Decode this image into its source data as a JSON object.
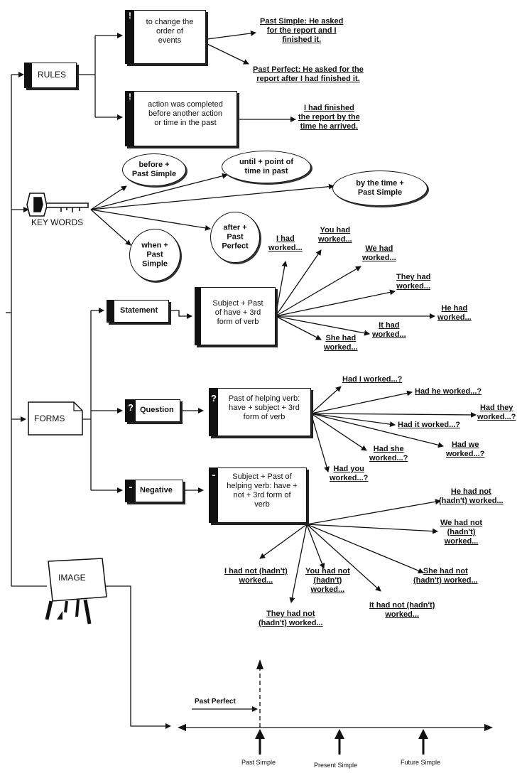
{
  "rules": {
    "label": "RULES",
    "rule1": {
      "mark": "!",
      "text": [
        "to change the",
        "order of",
        "events"
      ]
    },
    "rule2": {
      "mark": "!",
      "text": [
        "action was completed",
        "before another action",
        "or time in the past"
      ]
    },
    "ex_past_simple": [
      "Past Simple: He asked",
      "for the report and I",
      "finished it."
    ],
    "ex_past_perfect": [
      "Past Perfect: He asked for the",
      "report after I had finished it."
    ],
    "ex_finished": [
      "I had finished",
      "the report by the",
      "time he arrived."
    ]
  },
  "keywords": {
    "label": "KEY WORDS",
    "items": [
      [
        "before +",
        "Past Simple"
      ],
      [
        "until + point of",
        "time in past"
      ],
      [
        "by the time +",
        "Past Simple"
      ],
      [
        "after +",
        "Past",
        "Perfect"
      ],
      [
        "when +",
        "Past",
        "Simple"
      ]
    ]
  },
  "forms": {
    "label": "FORMS",
    "statement": {
      "label": "Statement",
      "formula": [
        "Subject + Past",
        "of have + 3rd",
        "form of verb"
      ],
      "examples": [
        [
          "I had",
          "worked..."
        ],
        [
          "You had",
          "worked..."
        ],
        [
          "We had",
          "worked..."
        ],
        [
          "They had",
          "worked..."
        ],
        [
          "He had",
          "worked..."
        ],
        [
          "It had",
          "worked..."
        ],
        [
          "She had",
          "worked..."
        ]
      ]
    },
    "question": {
      "label": "Question",
      "mark": "?",
      "formula": [
        "Past of helping verb:",
        "have + subject + 3rd",
        "form of verb"
      ],
      "examples": [
        [
          "Had I worked...?"
        ],
        [
          "Had he worked...?"
        ],
        [
          "Had they",
          "worked...?"
        ],
        [
          "Had it worked...?"
        ],
        [
          "Had we",
          "worked...?"
        ],
        [
          "Had she",
          "worked...?"
        ],
        [
          "Had you",
          "worked...?"
        ]
      ]
    },
    "negative": {
      "label": "Negative",
      "mark": "-",
      "formula": [
        "Subject + Past of",
        "helping verb: have +",
        "not + 3rd form of",
        "verb"
      ],
      "examples": [
        [
          "He had not",
          "(hadn't) worked..."
        ],
        [
          "We had not",
          "(hadn't)",
          "worked..."
        ],
        [
          "She had not",
          "(hadn't) worked..."
        ],
        [
          "It had not (hadn't)",
          "worked..."
        ],
        [
          "You had not",
          "(hadn't)",
          "worked..."
        ],
        [
          "I had not (hadn't)",
          "worked..."
        ],
        [
          "They had not",
          "(hadn't) worked..."
        ]
      ]
    }
  },
  "image": {
    "label": "IMAGE",
    "timeline": {
      "past_perfect": "Past Perfect",
      "ticks": [
        "Past Simple",
        "Present Simple",
        "Future Simple"
      ]
    }
  }
}
